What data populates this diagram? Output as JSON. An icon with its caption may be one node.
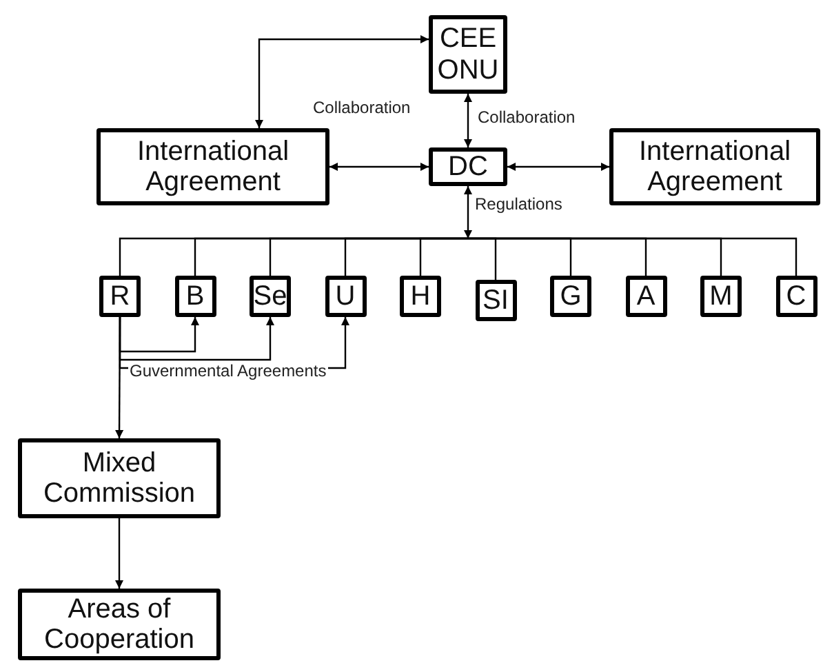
{
  "diagram": {
    "nodes": [
      {
        "text": [
          "CEE ONU"
        ]
      },
      {
        "text": [
          "International Agreement"
        ]
      },
      {
        "text": [
          "DC"
        ]
      },
      {
        "text": [
          "International Agreement"
        ]
      },
      {
        "text": [
          "R"
        ]
      },
      {
        "text": [
          "B"
        ]
      },
      {
        "text": [
          "Se"
        ]
      },
      {
        "text": [
          "U"
        ]
      },
      {
        "text": [
          "H"
        ]
      },
      {
        "text": [
          "SI"
        ]
      },
      {
        "text": [
          "G"
        ]
      },
      {
        "text": [
          "A"
        ]
      },
      {
        "text": [
          "M"
        ]
      },
      {
        "text": [
          "C"
        ]
      },
      {
        "text": [
          "Mixed Commission"
        ]
      },
      {
        "text": [
          "Areas of Cooperation"
        ]
      }
    ],
    "edges": [
      {
        "from": 0,
        "to": 1,
        "arrow": "both"
      },
      {
        "from": 0,
        "to": 2,
        "arrow": "both",
        "label": "Collaboration"
      },
      {
        "from": 1,
        "to": 2,
        "arrow": "both"
      },
      {
        "from": 2,
        "to": 3,
        "arrow": "both"
      },
      {
        "from": 4,
        "to": 2,
        "arrow": "to",
        "label": "Regulations"
      },
      {
        "from": 5,
        "to": 2,
        "arrow": "to"
      },
      {
        "from": 6,
        "to": 2,
        "arrow": "to"
      },
      {
        "from": 7,
        "to": 2,
        "arrow": "to"
      },
      {
        "from": 8,
        "to": 2,
        "arrow": "to"
      },
      {
        "from": 9,
        "to": 2,
        "arrow": "to"
      },
      {
        "from": 10,
        "to": 2,
        "arrow": "to"
      },
      {
        "from": 11,
        "to": 2,
        "arrow": "to"
      },
      {
        "from": 12,
        "to": 2,
        "arrow": "to"
      },
      {
        "from": 13,
        "to": 2,
        "arrow": "to"
      },
      {
        "from": 4,
        "to": 5,
        "arrow": "to"
      },
      {
        "from": 4,
        "to": 6,
        "arrow": "to"
      },
      {
        "from": 4,
        "to": 7,
        "arrow": "to"
      },
      {
        "from": 4,
        "to": 14,
        "arrow": "to",
        "label": "Guvernmental Agreements"
      },
      {
        "from": 14,
        "to": 15,
        "arrow": "to"
      }
    ],
    "labels": [
      "Collaboration"
    ]
  }
}
